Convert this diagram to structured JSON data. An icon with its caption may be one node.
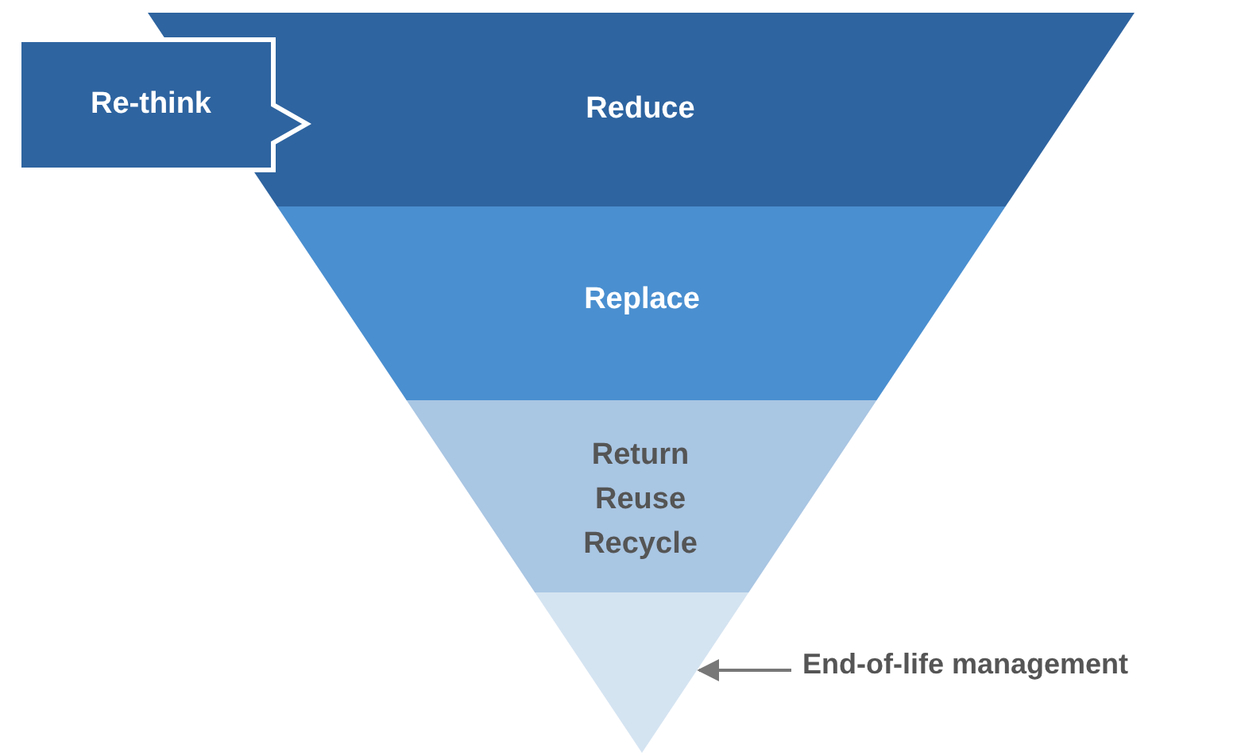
{
  "diagram": {
    "nodes": [
      {
        "text": [
          "Re-think"
        ]
      },
      {
        "text": [
          "Reduce"
        ]
      },
      {
        "text": [
          "Replace"
        ]
      },
      {
        "text": [
          "Return Reuse Recycle"
        ]
      },
      {
        "text": [],
        "shape": "triangle"
      },
      {
        "text": [
          "End-of-life management"
        ]
      }
    ],
    "edges": [
      {
        "from": 5,
        "to": 4,
        "arrow": "to"
      }
    ]
  }
}
